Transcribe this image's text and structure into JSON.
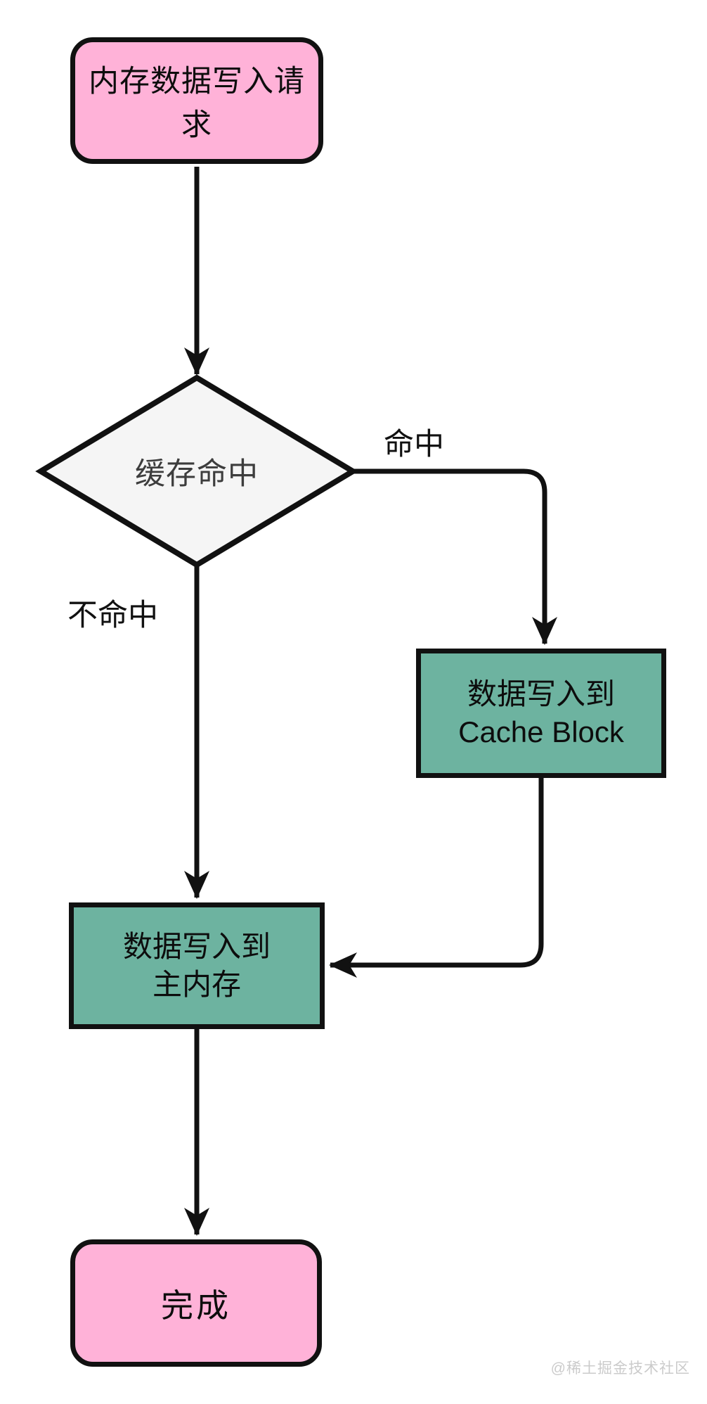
{
  "diagram": {
    "type": "flowchart",
    "nodes": {
      "start": {
        "label": "内存数据写入请求",
        "shape": "terminator",
        "fill": "#ffb2d8"
      },
      "decision": {
        "label": "缓存命中",
        "shape": "diamond",
        "fill": "#f5f5f5"
      },
      "cache_write": {
        "line1": "数据写入到",
        "line2": "Cache Block",
        "shape": "process",
        "fill": "#6db3a0"
      },
      "memory_write": {
        "line1": "数据写入到",
        "line2": "主内存",
        "shape": "process",
        "fill": "#6db3a0"
      },
      "done": {
        "label": "完成",
        "shape": "terminator",
        "fill": "#ffb2d8"
      }
    },
    "edges": {
      "hit_label": "命中",
      "miss_label": "不命中",
      "flow": [
        "start -> decision",
        "decision -(命中)-> cache_write",
        "decision -(不命中)-> memory_write",
        "cache_write -> memory_write",
        "memory_write -> done"
      ]
    },
    "colors": {
      "line": "#111111",
      "terminator_fill": "#ffb2d8",
      "process_fill": "#6db3a0",
      "decision_fill": "#f5f5f5",
      "decision_text": "#3d3d3d",
      "node_text": "#0d0d0d",
      "watermark_text": "#cbcbcb"
    },
    "watermark": "@稀土掘金技术社区"
  }
}
